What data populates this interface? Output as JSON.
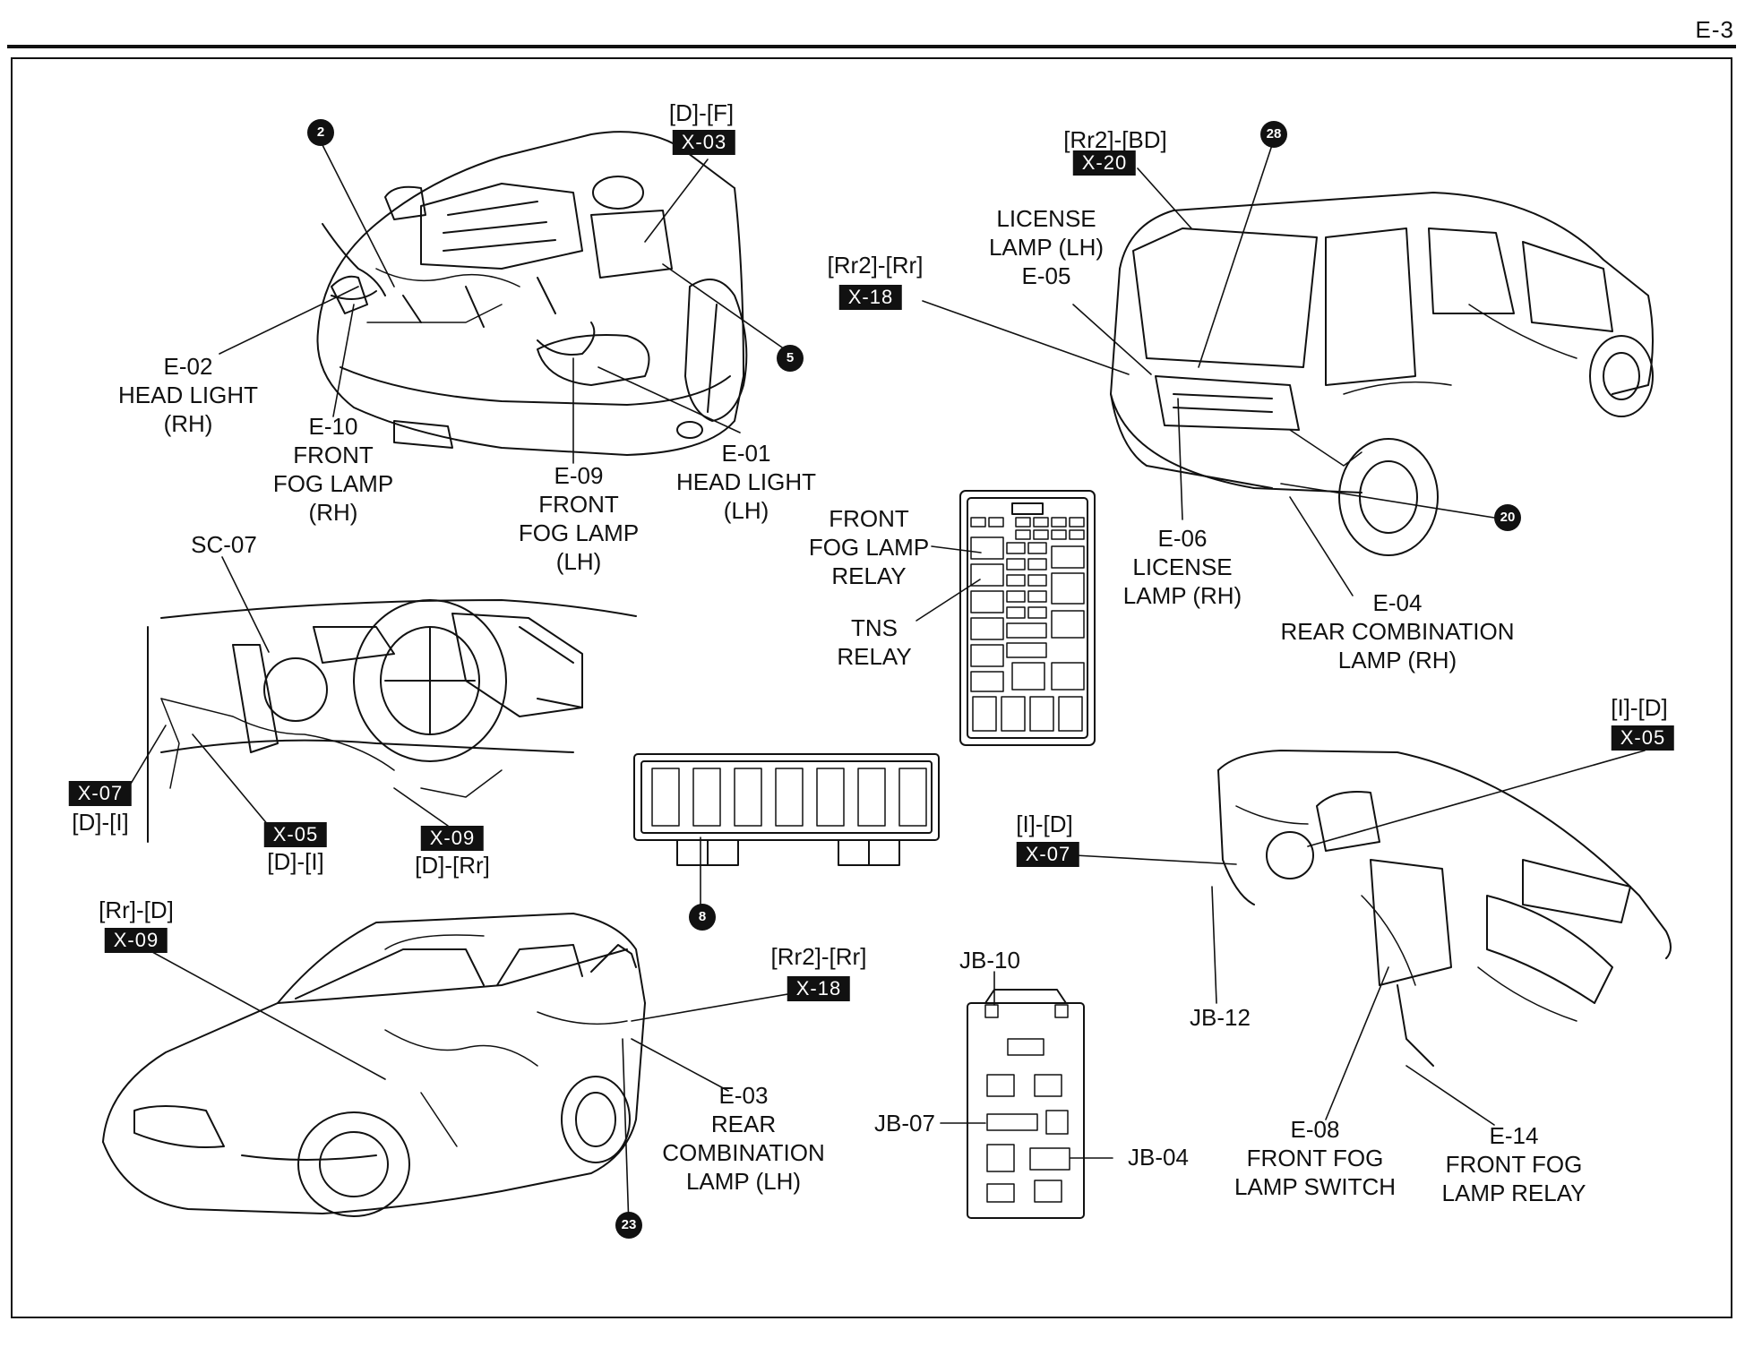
{
  "page_number": "E-3",
  "callouts": {
    "c2": "2",
    "c5": "5",
    "c8": "8",
    "c20": "20",
    "c23": "23",
    "c28": "28"
  },
  "tags": {
    "x03": "X-03",
    "x20": "X-20",
    "x18_top": "X-18",
    "x07_left": "X-07",
    "x05_left": "X-05",
    "x09_dash": "X-09",
    "x05_right": "X-05",
    "x07_right": "X-07",
    "x09_van": "X-09",
    "x18_van": "X-18"
  },
  "codes": {
    "d_f": "[D]-[F]",
    "rr2_bd": "[Rr2]-[BD]",
    "rr2_rr_top": "[Rr2]-[Rr]",
    "d_i_a": "[D]-[I]",
    "d_i_b": "[D]-[I]",
    "d_rr": "[D]-[Rr]",
    "i_d_a": "[I]-[D]",
    "i_d_b": "[I]-[D]",
    "rr_d": "[Rr]-[D]",
    "rr2_rr_van": "[Rr2]-[Rr]"
  },
  "labels": {
    "e02": [
      "E-02",
      "HEAD LIGHT",
      "(RH)"
    ],
    "e10": [
      "E-10",
      "FRONT",
      "FOG LAMP",
      "(RH)"
    ],
    "e09": [
      "E-09",
      "FRONT",
      "FOG LAMP",
      "(LH)"
    ],
    "e01": [
      "E-01",
      "HEAD LIGHT",
      "(LH)"
    ],
    "e05": [
      "LICENSE",
      "LAMP (LH)",
      "E-05"
    ],
    "e06": [
      "E-06",
      "LICENSE",
      "LAMP (RH)"
    ],
    "e04": [
      "E-04",
      "REAR COMBINATION",
      "LAMP (RH)"
    ],
    "fog_relay": [
      "FRONT",
      "FOG LAMP",
      "RELAY"
    ],
    "tns_relay": [
      "TNS",
      "RELAY"
    ],
    "sc07": [
      "SC-07"
    ],
    "e03": [
      "E-03",
      "REAR",
      "COMBINATION",
      "LAMP (LH)"
    ],
    "jb10": [
      "JB-10"
    ],
    "jb07": [
      "JB-07"
    ],
    "jb04": [
      "JB-04"
    ],
    "jb12": [
      "JB-12"
    ],
    "e08": [
      "E-08",
      "FRONT FOG",
      "LAMP SWITCH"
    ],
    "e14": [
      "E-14",
      "FRONT FOG",
      "LAMP RELAY"
    ]
  }
}
